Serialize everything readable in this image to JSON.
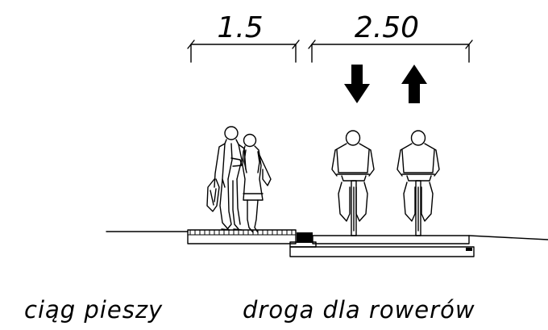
{
  "dimensions": {
    "footpath_width": "1.5",
    "bikeway_width": "2.50"
  },
  "captions": {
    "footpath": "ciąg pieszy",
    "bikeway": "droga dla rowerów"
  },
  "direction_arrows": [
    "arrow-down-icon",
    "arrow-up-icon"
  ],
  "colors": {
    "ink": "#000000",
    "paper": "#ffffff"
  }
}
